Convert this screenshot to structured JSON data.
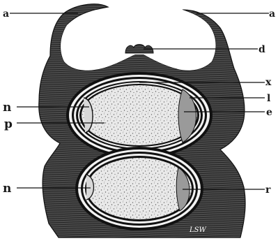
{
  "figure": {
    "labels": {
      "a_left": "a",
      "a_right": "a",
      "d": "d",
      "x": "x",
      "l": "l",
      "e": "e",
      "n_upper": "n",
      "p": "p",
      "n_lower": "n",
      "r": "r"
    },
    "signature": "LSW",
    "colors": {
      "background": "#ffffff",
      "tissue": "#3a3a3a",
      "hatch": "#1c1c1c",
      "ring_dark": "#111111",
      "ring_light": "#f4f4f4",
      "core": "#e6e6e6",
      "stipple": "#5a5a5a"
    }
  }
}
